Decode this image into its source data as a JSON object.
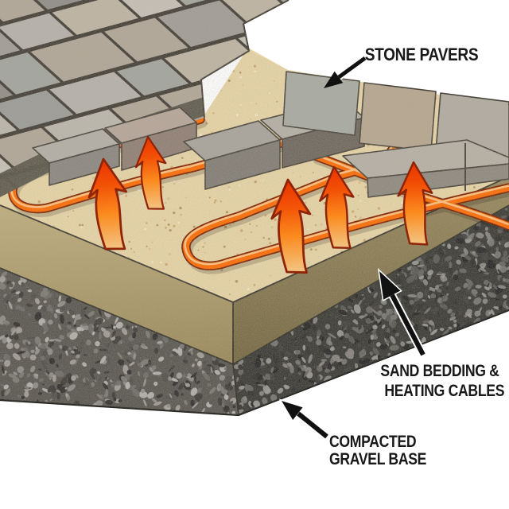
{
  "diagram": {
    "kind": "cutaway-cross-section",
    "subject": "Heated stone paver system",
    "layer_names": [
      "Stone pavers",
      "Sand bedding & heating cables",
      "Compacted gravel base"
    ]
  },
  "callouts": {
    "stone_pavers": {
      "lines": [
        "STONE PAVERS"
      ],
      "icon": "callout-arrow-icon"
    },
    "sand_bedding": {
      "lines": [
        "SAND BEDDING &",
        "HEATING CABLES"
      ],
      "icon": "callout-arrow-icon"
    },
    "gravel_base": {
      "lines": [
        "COMPACTED",
        "GRAVEL BASE"
      ],
      "icon": "callout-arrow-icon"
    }
  },
  "heat_arrows": {
    "count": 5,
    "icon": "heat-arrow-icon",
    "direction": "up"
  },
  "cable": {
    "name": "heating cable",
    "shape": "serpentine loops"
  },
  "colors": {
    "background": "#ffffff",
    "label_text": "#191919",
    "callout_arrow_fill": "#111111",
    "callout_arrow_casing": "#ffffff",
    "sand_top": "#e8d5a5",
    "sand_face_left_top": "#c0ae7c",
    "sand_face_left_bottom": "#9a8857",
    "sand_face_right_top": "#99895d",
    "sand_face_right_bottom": "#746740",
    "gravel_left_base": "#59564f",
    "gravel_right_base": "#45443d",
    "field_under": "#433e35",
    "field_edge_face": "#5a5549",
    "cable_casing": "#7c2200",
    "cable_body": "#fe6b00",
    "cable_highlight": "#ffc585",
    "heat_grad_1": "#f2c686",
    "heat_grad_2": "#fb8a1e",
    "heat_grad_3": "#f25106",
    "heat_grad_4": "#e93300",
    "heat_outline": "#8f2408",
    "edge_silhouette": "#3a382f",
    "edge_bottom": "#24231e",
    "edge_sand_gravel": "#353329",
    "edge_corner": "#2e2c26",
    "grout": "#4a453b",
    "block_l1_top": "#b3afa7",
    "block_l1_front": "#8b8780",
    "block_l2_top": "#b7a699",
    "block_l2_front": "#907f74",
    "block_c1_top": "#a8a49b",
    "block_c1_front": "#827d74",
    "block_c2_top": "#b5b0a6",
    "block_c2_front": "#8c8277",
    "block_c2_side": "#6f675c",
    "strip_s1": "#a9aca2",
    "strip_s2": "#b7a78f",
    "strip_s3": "#b2ada1",
    "strip_big_top": "#b7b1a5",
    "strip_big_front": "#8f8a7e",
    "paver_palette": [
      "#b6b2aa",
      "#a19d96",
      "#c6c1b6",
      "#908d88",
      "#b2a797",
      "#9c9c98",
      "#bfb5a3",
      "#aaa69d",
      "#bcb7ad",
      "#969390",
      "#b9a795",
      "#a3a59d"
    ],
    "gravel_palette": [
      "#2d2c2a",
      "#504e49",
      "#6e6c66",
      "#908e88",
      "#b5b3ad",
      "#3b3a36",
      "#7d7b74",
      "#a39f98"
    ],
    "sand_dot_palette": [
      "#c7a263",
      "#f4ead0",
      "#ad8c52",
      "#d9bd85"
    ]
  }
}
